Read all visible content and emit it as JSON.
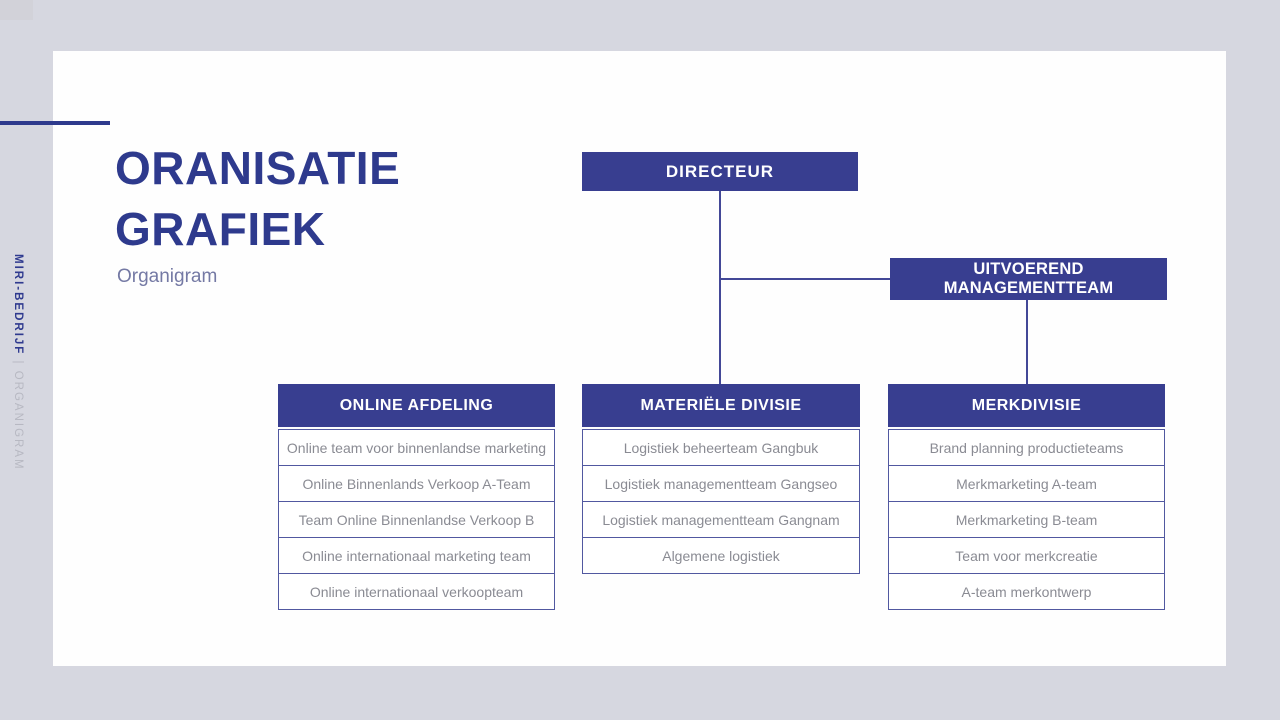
{
  "header": {
    "title_line1": "ORANISATIE",
    "title_line2": "GRAFIEK",
    "subtitle": "Organigram"
  },
  "sidebar": {
    "brand": "MIRI-BEDRIJF",
    "separator": " | ",
    "label": "ORGANIGRAM"
  },
  "colors": {
    "accent_blue": "#2E3A8D",
    "box_fill": "#383E90",
    "outer_background": "#D6D7E0",
    "slide_background": "#FEFEFE",
    "item_border": "#5158A0",
    "item_text": "#8A8B93",
    "subtitle_text": "#7479A4",
    "sidebar_muted": "#B7B8C2",
    "connector": "#434897"
  },
  "org_chart": {
    "root_label": "DIRECTEUR",
    "executive_label": "UITVOEREND MANAGEMENTTEAM",
    "columns": [
      {
        "header": "ONLINE AFDELING",
        "items": [
          "Online team voor binnenlandse marketing",
          "Online Binnenlands Verkoop A-Team",
          "Team Online Binnenlandse Verkoop B",
          "Online internationaal marketing team",
          "Online internationaal verkoopteam"
        ]
      },
      {
        "header": "MATERIËLE DIVISIE",
        "items": [
          "Logistiek beheerteam Gangbuk",
          "Logistiek managementteam Gangseo",
          "Logistiek managementteam Gangnam",
          "Algemene logistiek"
        ]
      },
      {
        "header": "MERKDIVISIE",
        "items": [
          "Brand planning productieteams",
          "Merkmarketing A-team",
          "Merkmarketing B-team",
          "Team voor merkcreatie",
          "A-team merkontwerp"
        ]
      }
    ]
  }
}
